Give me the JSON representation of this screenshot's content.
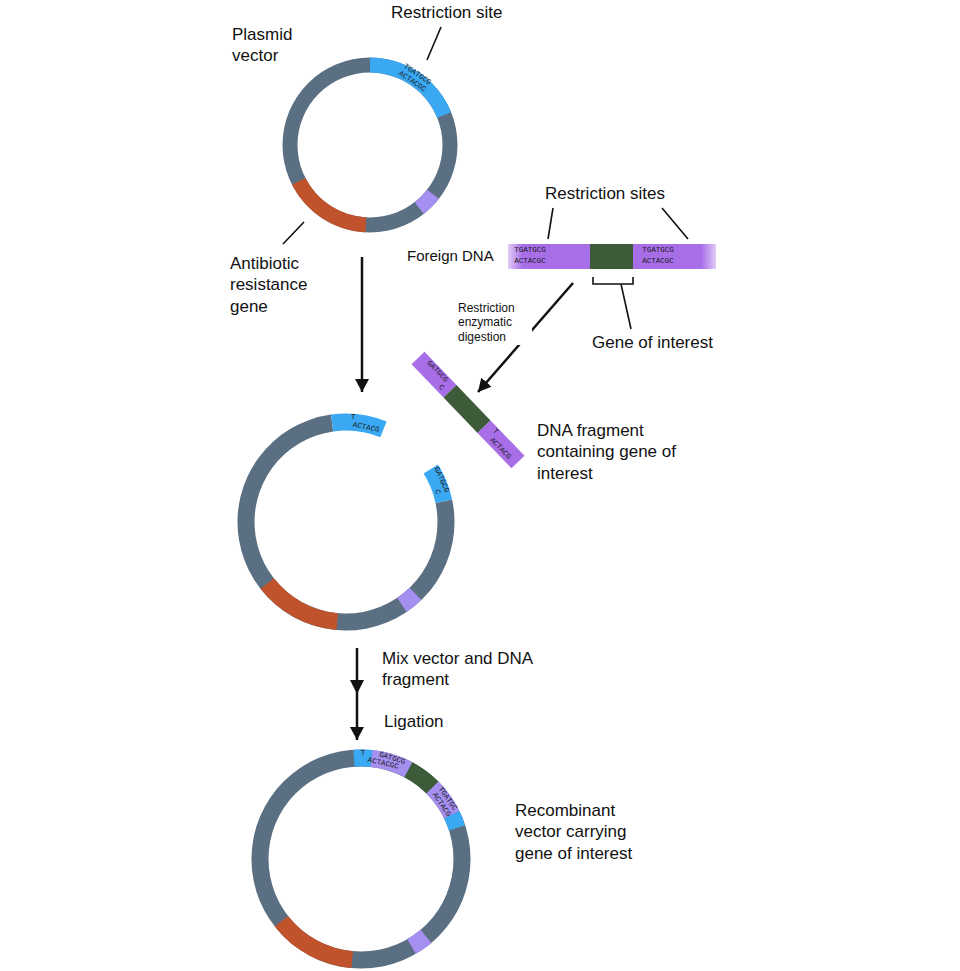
{
  "diagram": {
    "nodes": [
      {
        "text": [
          "Plasmid vector",
          "TGATGCG",
          "ACTACGC"
        ]
      },
      {
        "text": [
          "Foreign DNA",
          "TGATGCG",
          "ACTACGC",
          "TGATGCG",
          "ACTACGC"
        ]
      },
      {
        "text": [
          "T",
          "ACTACG",
          "GATGCG",
          "C"
        ]
      },
      {
        "text": [
          "DNA fragment containing gene of interest",
          "GATGCG",
          "C",
          "T",
          "ACTACG"
        ]
      },
      {
        "text": [
          "Recombinant vector carrying gene of interest",
          "T",
          "GATGCG",
          "ACTACGC",
          "TGATGC",
          "ACTACG"
        ]
      }
    ],
    "edges": [
      {
        "from": 0,
        "to": 2,
        "arrow": "to"
      },
      {
        "from": 1,
        "to": 3,
        "arrow": "to",
        "label": "Restriction enzymatic digestion"
      },
      {
        "from": 2,
        "to": 4,
        "arrow": "to",
        "label": "Ligation"
      }
    ],
    "labels": [
      "Restriction site",
      "Antibiotic resistance gene",
      "Restriction sites",
      "Gene of interest",
      "Mix vector and DNA fragment"
    ]
  }
}
